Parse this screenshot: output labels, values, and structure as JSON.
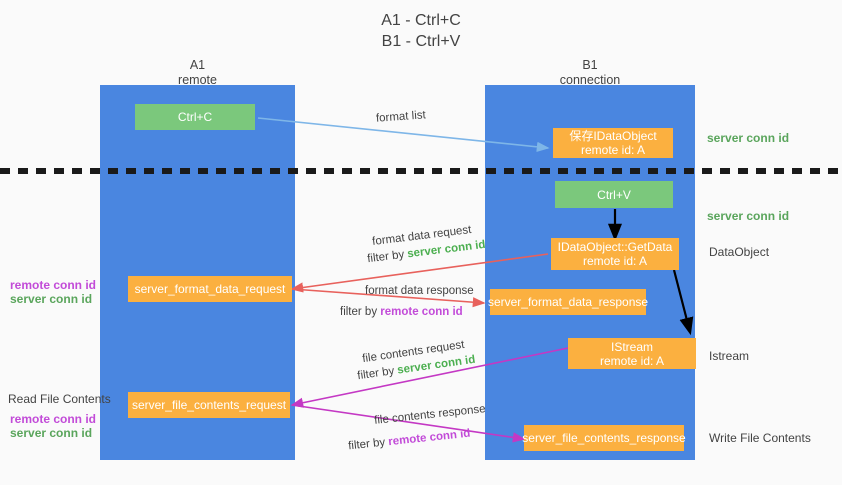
{
  "diagram": {
    "title": "A1 - Ctrl+C\nB1 - Ctrl+V",
    "columns": [
      {
        "name": "A1",
        "label": "A1\nremote"
      },
      {
        "name": "B1",
        "label": "B1\nconnection"
      }
    ],
    "nodes": {
      "ctrl_c": "Ctrl+C",
      "save_idataobject": "保存IDataObject\nremote id: A",
      "ctrl_v": "Ctrl+V",
      "getdata": "IDataObject::GetData\nremote id: A",
      "server_format_data_request": "server_format_data_request",
      "server_format_data_response": "server_format_data_response",
      "istream": "IStream\nremote id: A",
      "server_file_contents_request": "server_file_contents_request",
      "server_file_contents_response": "server_file_contents_response"
    },
    "right_labels": {
      "server_conn_id_1": "server conn id",
      "server_conn_id_2": "server conn id",
      "dataobject": "DataObject",
      "istream": "Istream",
      "write_file_contents": "Write File Contents"
    },
    "left_labels": {
      "remote_conn_id_1": "remote conn id",
      "server_conn_id_1": "server conn id",
      "read_file_contents": "Read File Contents",
      "remote_conn_id_2": "remote conn id",
      "server_conn_id_2": "server conn id"
    },
    "edge_labels": {
      "format_list": "format list",
      "format_data_request": "format data request",
      "format_data_request_filter_prefix": "filter by ",
      "format_data_request_filter_value": "server conn id",
      "format_data_response": "format data response",
      "format_data_response_filter_prefix": "filter by ",
      "format_data_response_filter_value": "remote conn id",
      "file_contents_request": "file contents request",
      "file_contents_request_filter_prefix": "filter by ",
      "file_contents_request_filter_value": "server conn id",
      "file_contents_response": "file contents response",
      "file_contents_response_filter_prefix": "filter by ",
      "file_contents_response_filter_value": "remote conn id"
    },
    "colors": {
      "column_blue": "#4a86e0",
      "node_orange": "#fbb040",
      "node_green": "#7bc87c",
      "accent_green_text": "#4caf50",
      "accent_purple_text": "#c24bd8",
      "arrow_red": "#e8615c",
      "arrow_magenta": "#c438c4",
      "arrow_lightblue": "#7eb6e8",
      "arrow_black": "#000000",
      "divider_black": "#1a1a1a"
    }
  }
}
